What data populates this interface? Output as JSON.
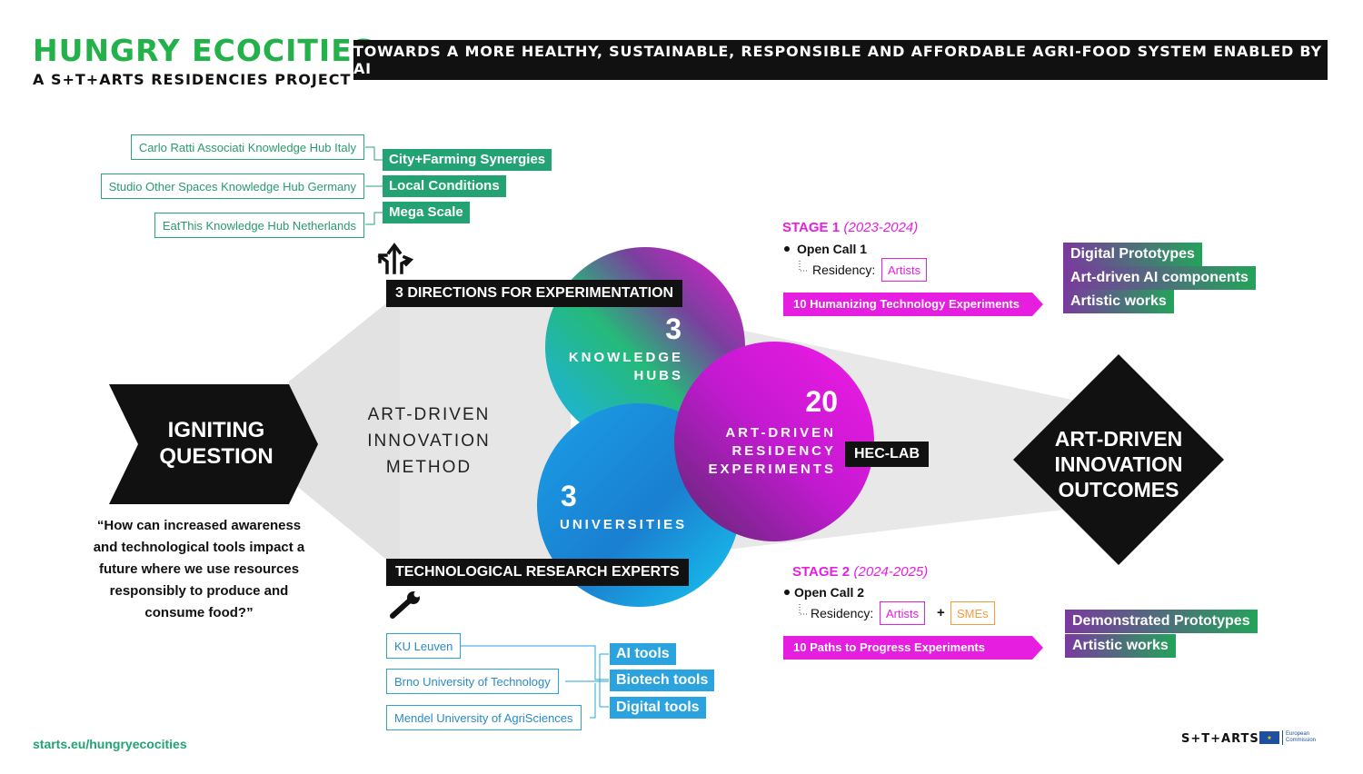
{
  "header": {
    "title": "HUNGRY ECOCITIES",
    "subtitle": "A S+T+ARTS RESIDENCIES PROJECT",
    "banner": "TOWARDS A MORE HEALTHY, SUSTAINABLE, RESPONSIBLE AND AFFORDABLE AGRI-FOOD SYSTEM ENABLED BY AI"
  },
  "knowledge_hubs": [
    {
      "hub": "Carlo Ratti Associati Knowledge Hub Italy",
      "direction": "City+Farming Synergies"
    },
    {
      "hub": "Studio Other Spaces Knowledge Hub Germany",
      "direction": "Local Conditions"
    },
    {
      "hub": "EatThis Knowledge Hub Netherlands",
      "direction": "Mega Scale"
    }
  ],
  "directions_label": "3 DIRECTIONS FOR EXPERIMENTATION",
  "experts_label": "TECHNOLOGICAL RESEARCH EXPERTS",
  "igniting": {
    "line1": "IGNITING",
    "line2": "QUESTION",
    "quote": "“How can increased awareness and technological tools impact a future where we use resources responsibly to produce and consume food?”"
  },
  "method": {
    "line1": "ART-DRIVEN",
    "line2": "INNOVATION",
    "line3": "METHOD"
  },
  "circles": {
    "hubs": {
      "number": "3",
      "line1": "KNOWLEDGE",
      "line2": "HUBS"
    },
    "universities": {
      "number": "3",
      "line1": "UNIVERSITIES"
    },
    "experiments": {
      "number": "20",
      "line1": "ART-DRIVEN",
      "line2": "RESIDENCY",
      "line3": "EXPERIMENTS"
    },
    "lab": "HEC-LAB"
  },
  "universities": [
    {
      "name": "KU Leuven"
    },
    {
      "name": "Brno University of Technology"
    },
    {
      "name": "Mendel University of AgriSciences"
    }
  ],
  "tools": [
    "AI tools",
    "Biotech tools",
    "Digital tools"
  ],
  "stage1": {
    "label": "STAGE 1",
    "years": "(2023-2024)",
    "call": "Open Call 1",
    "residency": "Residency:",
    "artists": "Artists",
    "arrow": "10 Humanizing Technology Experiments",
    "outputs": [
      "Digital Prototypes",
      "Art-driven AI components",
      "Artistic works"
    ]
  },
  "stage2": {
    "label": "STAGE 2",
    "years": "(2024-2025)",
    "call": "Open Call 2",
    "residency": "Residency:",
    "artists": "Artists",
    "plus": "+",
    "smes": "SMEs",
    "arrow": "10 Paths to Progress Experiments",
    "outputs": [
      "Demonstrated Prototypes",
      "Artistic works"
    ]
  },
  "outcomes": {
    "line1": "ART-DRIVEN",
    "line2": "INNOVATION",
    "line3": "OUTCOMES"
  },
  "footer": {
    "url": "starts.eu/hungryecocities",
    "logo": "S+T+ARTS",
    "ec_line1": "European",
    "ec_line2": "Commission"
  }
}
